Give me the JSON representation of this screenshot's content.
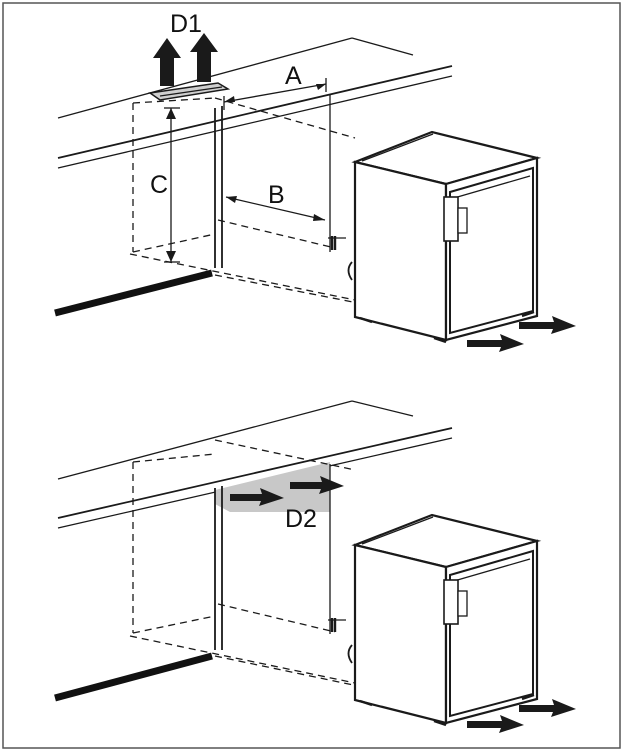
{
  "labels": {
    "d1": "D1",
    "a": "A",
    "b": "B",
    "c": "C",
    "d2": "D2"
  },
  "colors": {
    "line": "#1a1a1a",
    "frame": "#555555",
    "vent_shade": "#c8c8c8",
    "background": "#ffffff"
  },
  "icons": {
    "airflow_up": "arrow-up-icon",
    "airflow_in": "arrow-right-icon",
    "airflow_horizontal": "double-arrow-icon"
  }
}
